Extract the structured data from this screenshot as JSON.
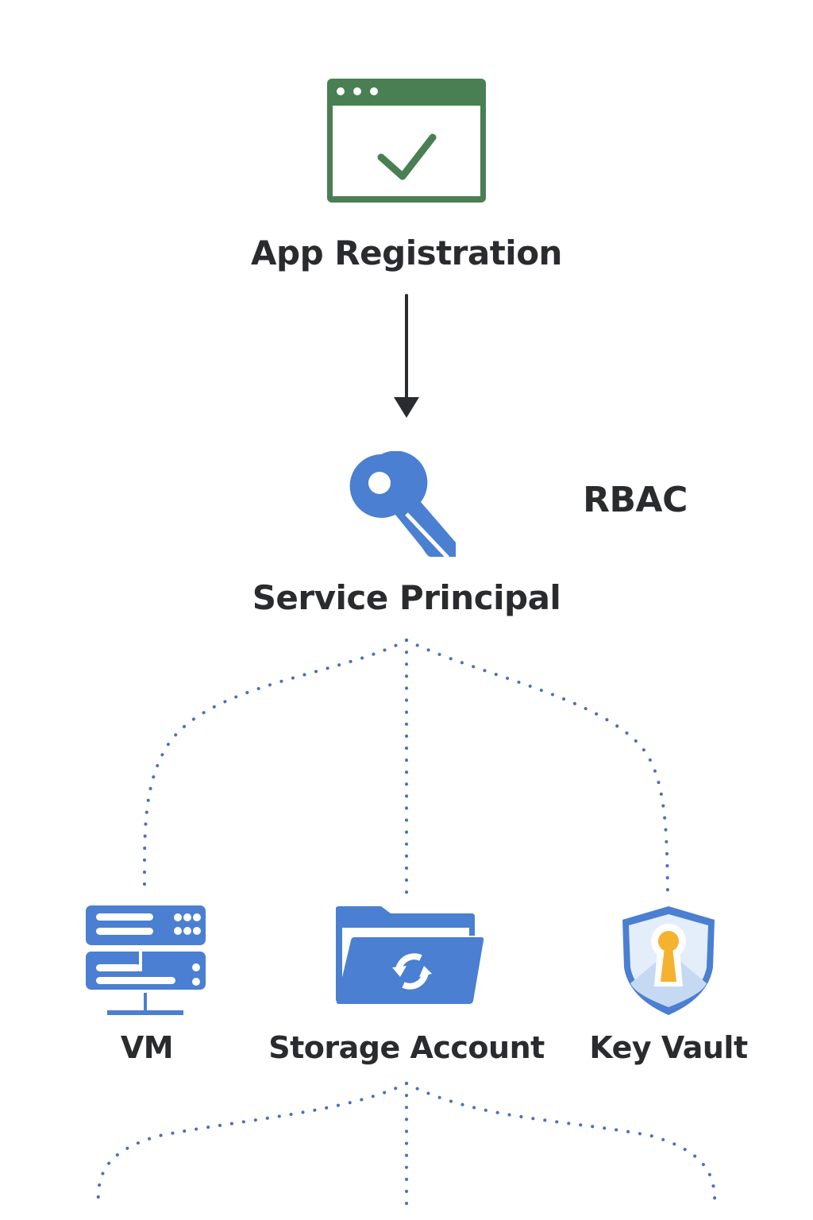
{
  "nodes": {
    "app_registration": {
      "label": "App Registration",
      "icon": "app-window-check-icon",
      "color": "#4a7f53"
    },
    "service_principal": {
      "label": "Service Principal",
      "icon": "key-icon",
      "color": "#4a7fd1"
    },
    "rbac": {
      "label": "RBAC"
    },
    "vm": {
      "label": "VM",
      "icon": "server-icon",
      "color": "#4a7fd1"
    },
    "storage_account": {
      "label": "Storage Account",
      "icon": "folder-sync-icon",
      "color": "#4a7fd1"
    },
    "key_vault": {
      "label": "Key Vault",
      "icon": "shield-keyhole-icon",
      "color": "#4a7fd1",
      "accent": "#f5b22e"
    }
  },
  "edges": [
    {
      "from": "app_registration",
      "to": "service_principal",
      "style": "solid-arrow",
      "color": "#2a2b2e"
    },
    {
      "from": "service_principal",
      "to": "vm",
      "style": "dotted",
      "color": "#4a6fc0"
    },
    {
      "from": "service_principal",
      "to": "storage_account",
      "style": "dotted",
      "color": "#4a6fc0"
    },
    {
      "from": "service_principal",
      "to": "key_vault",
      "style": "dotted",
      "color": "#4a6fc0"
    },
    {
      "from": "storage_account",
      "to": "offscreen-left",
      "style": "dotted",
      "color": "#4a6fc0"
    },
    {
      "from": "storage_account",
      "to": "offscreen-center",
      "style": "dotted",
      "color": "#4a6fc0"
    },
    {
      "from": "storage_account",
      "to": "offscreen-right",
      "style": "dotted",
      "color": "#4a6fc0"
    }
  ]
}
